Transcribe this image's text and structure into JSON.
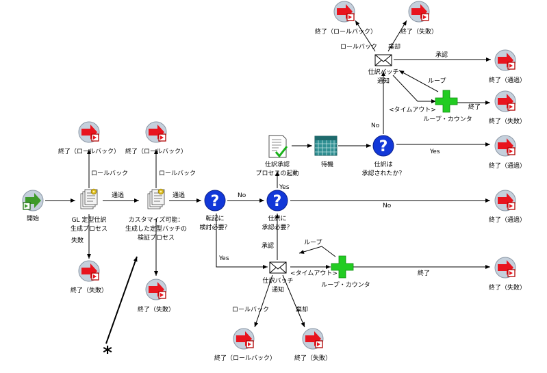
{
  "nodes": {
    "start": "開始",
    "gl_gen": [
      "GL 定型仕訳",
      "生成プロセス"
    ],
    "gl_end_rollback": "終了（ロールバック）",
    "gl_end_fail": "終了（失敗）",
    "customize": [
      "カスタマイズ可能：",
      "生成した定型バッチの",
      "検証プロセス"
    ],
    "cust_end_rollback": "終了（ロールバック）",
    "cust_end_fail": "終了（失敗）",
    "transfer_q": [
      "転記に",
      "検討必要？"
    ],
    "approval_q": [
      "仕訳に",
      "承認必要？"
    ],
    "approval_start": [
      "仕訳承認",
      "プロセスの起動"
    ],
    "wait": "待機",
    "approved_q": [
      "仕訳は",
      "承認されたか？"
    ],
    "top_notify": [
      "仕訳バッチ",
      "通知"
    ],
    "top_end_rollback": "終了（ロールバック）",
    "top_end_fail": "終了（失敗）",
    "top_end_pass": "終了（通過）",
    "top_loop": "ループ・カウンタ",
    "top_loop_end_fail": "終了（失敗）",
    "yes_end_pass": "終了（通過）",
    "no_end_pass": "終了（通過）",
    "bottom_notify": [
      "仕訳バッチ",
      "通知"
    ],
    "bottom_loop": "ループ・カウンタ",
    "bottom_loop_end_fail": "終了（失敗）",
    "bottom_end_rollback": "終了（ロールバック）",
    "bottom_end_fail": "終了（失敗）"
  },
  "edges": {
    "pass": "通過",
    "rollback": "ロールバック",
    "fail": "失敗",
    "yes": "Yes",
    "no": "No",
    "approve": "承認",
    "reject": "棄却",
    "loop": "ループ",
    "timeout": "<タイムアウト>",
    "end": "終了"
  },
  "callout": "*",
  "icons": {
    "end": "end-arrow-icon",
    "start": "start-arrow-icon",
    "process": "process-document-icon",
    "decision": "question-circle-icon",
    "notify": "envelope-icon",
    "loop": "green-plus-icon",
    "wait": "calendar-icon",
    "approval": "checklist-document-icon"
  },
  "colors": {
    "end_arrow": "#e8141e",
    "end_circle": "#c5d0dc",
    "decision": "#1238d8",
    "loop": "#22cc22",
    "start_arrow": "#3d9a2a",
    "calendar": "#2f8f92"
  }
}
